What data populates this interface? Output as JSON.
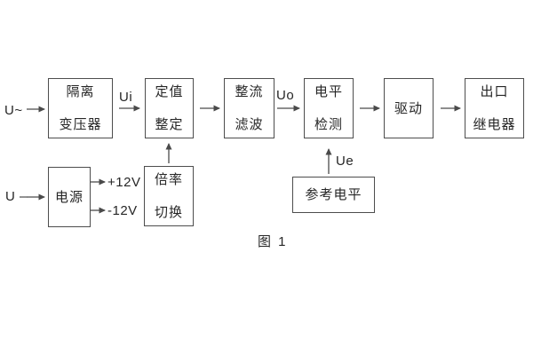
{
  "diagram": {
    "caption": "图 1",
    "blocks": {
      "isolation_transformer": {
        "line1": "隔离",
        "line2": "变压器"
      },
      "setpoint_setting": {
        "line1": "定值",
        "line2": "整定"
      },
      "rectifier_filter": {
        "line1": "整流",
        "line2": "滤波"
      },
      "level_detection": {
        "line1": "电平",
        "line2": "检测"
      },
      "driver": {
        "line1": "驱动"
      },
      "output_relay": {
        "line1": "出口",
        "line2": "继电器"
      },
      "power_supply": {
        "line1": "电源"
      },
      "ratio_switching": {
        "line1": "倍率",
        "line2": "切换"
      },
      "reference_level": {
        "line1": "参考电平"
      }
    },
    "labels": {
      "ac_input": "U~",
      "dc_input": "U –",
      "ui": "Ui",
      "uo": "Uo",
      "ue": "Ue",
      "plus12v": "+12V",
      "minus12v": "-12V"
    },
    "colors": {
      "line": "#4a4a4a",
      "border": "#4d4d4d",
      "text": "#262626",
      "background": "#ffffff"
    }
  }
}
